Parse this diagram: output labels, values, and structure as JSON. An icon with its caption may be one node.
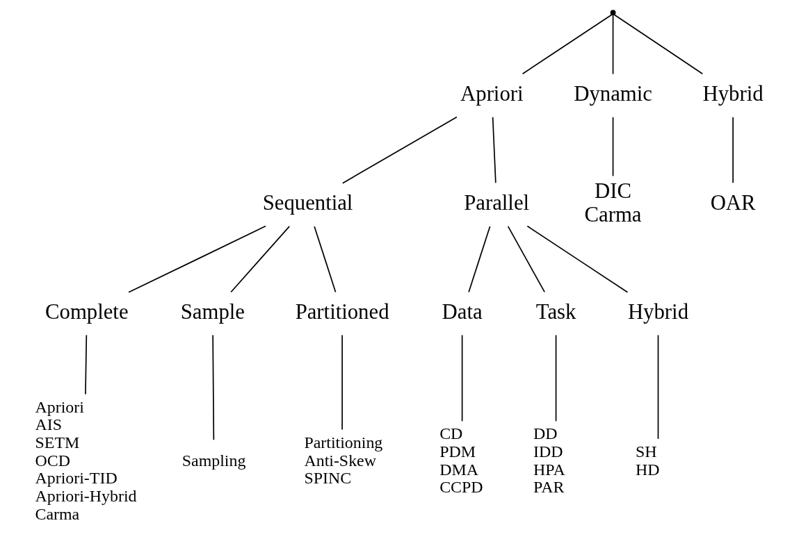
{
  "diagram": {
    "nodes": [
      {
        "text": [],
        "shape": "point"
      },
      {
        "text": [
          "Apriori"
        ]
      },
      {
        "text": [
          "Dynamic"
        ]
      },
      {
        "text": [
          "Hybrid"
        ]
      },
      {
        "text": [
          "Sequential"
        ]
      },
      {
        "text": [
          "Parallel"
        ]
      },
      {
        "text": [
          "DIC",
          "Carma"
        ]
      },
      {
        "text": [
          "OAR"
        ]
      },
      {
        "text": [
          "Complete"
        ]
      },
      {
        "text": [
          "Sample"
        ]
      },
      {
        "text": [
          "Partitioned"
        ]
      },
      {
        "text": [
          "Data"
        ]
      },
      {
        "text": [
          "Task"
        ]
      },
      {
        "text": [
          "Hybrid"
        ]
      },
      {
        "text": [
          "Apriori",
          "AIS",
          "SETM",
          "OCD",
          "Apriori-TID",
          "Apriori-Hybrid",
          "Carma"
        ]
      },
      {
        "text": [
          "Sampling"
        ]
      },
      {
        "text": [
          "Partitioning",
          "Anti-Skew",
          "SPINC"
        ]
      },
      {
        "text": [
          "CD",
          "PDM",
          "DMA",
          "CCPD"
        ]
      },
      {
        "text": [
          "DD",
          "IDD",
          "HPA",
          "PAR"
        ]
      },
      {
        "text": [
          "SH",
          "HD"
        ]
      }
    ],
    "edges": [
      {
        "from": 0,
        "to": 1,
        "arrow": "none"
      },
      {
        "from": 0,
        "to": 2,
        "arrow": "none"
      },
      {
        "from": 0,
        "to": 3,
        "arrow": "none"
      },
      {
        "from": 1,
        "to": 4,
        "arrow": "none"
      },
      {
        "from": 1,
        "to": 5,
        "arrow": "none"
      },
      {
        "from": 2,
        "to": 6,
        "arrow": "none"
      },
      {
        "from": 3,
        "to": 7,
        "arrow": "none"
      },
      {
        "from": 4,
        "to": 8,
        "arrow": "none"
      },
      {
        "from": 4,
        "to": 9,
        "arrow": "none"
      },
      {
        "from": 4,
        "to": 10,
        "arrow": "none"
      },
      {
        "from": 5,
        "to": 11,
        "arrow": "none"
      },
      {
        "from": 5,
        "to": 12,
        "arrow": "none"
      },
      {
        "from": 5,
        "to": 13,
        "arrow": "none"
      },
      {
        "from": 8,
        "to": 14,
        "arrow": "none"
      },
      {
        "from": 9,
        "to": 15,
        "arrow": "none"
      },
      {
        "from": 10,
        "to": 16,
        "arrow": "none"
      },
      {
        "from": 11,
        "to": 17,
        "arrow": "none"
      },
      {
        "from": 12,
        "to": 18,
        "arrow": "none"
      },
      {
        "from": 13,
        "to": 19,
        "arrow": "none"
      }
    ]
  }
}
